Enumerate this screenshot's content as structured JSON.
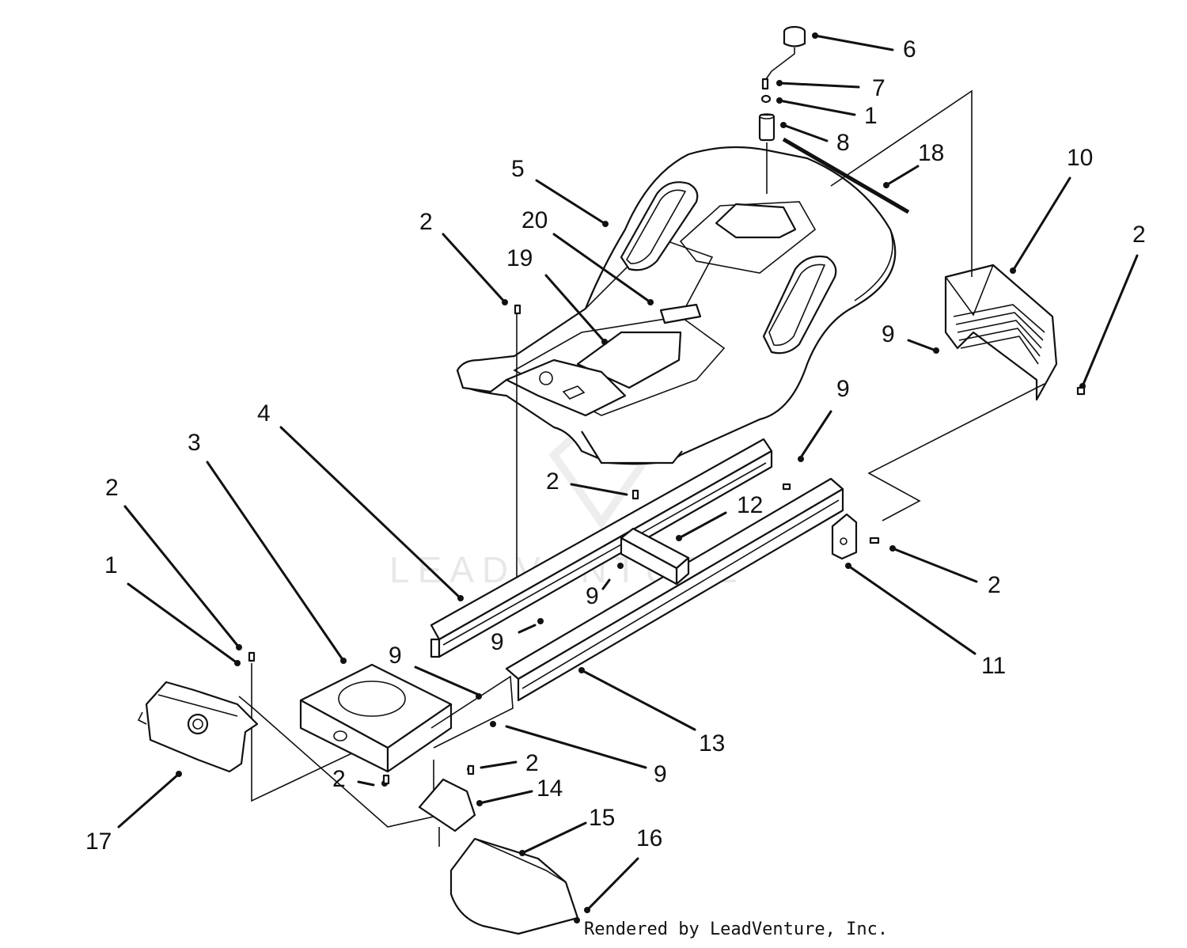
{
  "diagram": {
    "watermark": "LEADVENTURE",
    "credit": "Rendered by LeadVenture, Inc.",
    "callouts": [
      {
        "id": "c-6",
        "text": "6"
      },
      {
        "id": "c-7",
        "text": "7"
      },
      {
        "id": "c-1a",
        "text": "1"
      },
      {
        "id": "c-8",
        "text": "8"
      },
      {
        "id": "c-18",
        "text": "18"
      },
      {
        "id": "c-10",
        "text": "10"
      },
      {
        "id": "c-2a",
        "text": "2"
      },
      {
        "id": "c-5",
        "text": "5"
      },
      {
        "id": "c-20",
        "text": "20"
      },
      {
        "id": "c-2b",
        "text": "2"
      },
      {
        "id": "c-19",
        "text": "19"
      },
      {
        "id": "c-9a",
        "text": "9"
      },
      {
        "id": "c-9b",
        "text": "9"
      },
      {
        "id": "c-4",
        "text": "4"
      },
      {
        "id": "c-3",
        "text": "3"
      },
      {
        "id": "c-2c",
        "text": "2"
      },
      {
        "id": "c-12",
        "text": "12"
      },
      {
        "id": "c-2d",
        "text": "2"
      },
      {
        "id": "c-2e",
        "text": "2"
      },
      {
        "id": "c-1b",
        "text": "1"
      },
      {
        "id": "c-9c",
        "text": "9"
      },
      {
        "id": "c-9d",
        "text": "9"
      },
      {
        "id": "c-9e",
        "text": "9"
      },
      {
        "id": "c-11",
        "text": "11"
      },
      {
        "id": "c-13",
        "text": "13"
      },
      {
        "id": "c-9f",
        "text": "9"
      },
      {
        "id": "c-2f",
        "text": "2"
      },
      {
        "id": "c-2g",
        "text": "2"
      },
      {
        "id": "c-14",
        "text": "14"
      },
      {
        "id": "c-15",
        "text": "15"
      },
      {
        "id": "c-16",
        "text": "16"
      },
      {
        "id": "c-17",
        "text": "17"
      }
    ]
  }
}
